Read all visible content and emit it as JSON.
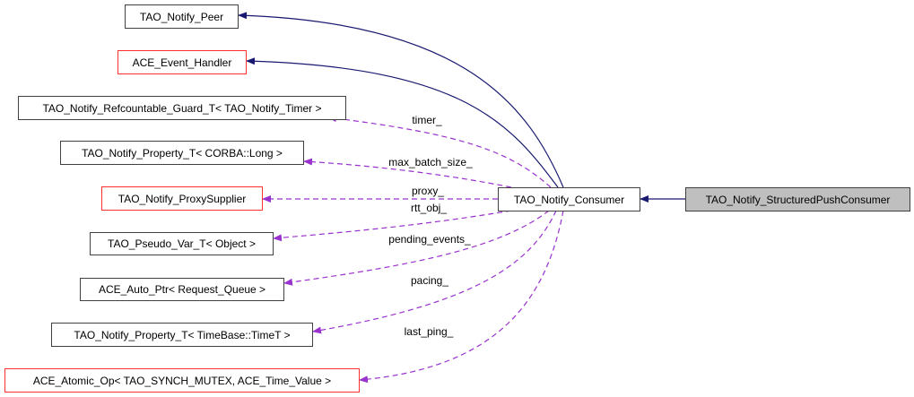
{
  "colors": {
    "inheritance": "#191970",
    "usage": "#9a32cd",
    "undocumented_border": "#ff3030",
    "current_fill": "#bfbfbf"
  },
  "nodes": {
    "peer": "TAO_Notify_Peer",
    "event_handler": "ACE_Event_Handler",
    "refcountable": "TAO_Notify_Refcountable_Guard_T< TAO_Notify_Timer >",
    "property_long": "TAO_Notify_Property_T< CORBA::Long >",
    "proxy_supplier": "TAO_Notify_ProxySupplier",
    "pseudo_var": "TAO_Pseudo_Var_T< Object >",
    "auto_ptr": "ACE_Auto_Ptr< Request_Queue >",
    "property_timet": "TAO_Notify_Property_T< TimeBase::TimeT >",
    "atomic_op": "ACE_Atomic_Op< TAO_SYNCH_MUTEX, ACE_Time_Value >",
    "consumer": "TAO_Notify_Consumer",
    "structured_push_consumer": "TAO_Notify_StructuredPushConsumer"
  },
  "edge_labels": {
    "timer": "timer_",
    "max_batch_size": "max_batch_size_",
    "proxy": "proxy_",
    "rtt_obj": "rtt_obj_",
    "pending_events": "pending_events_",
    "pacing": "pacing_",
    "last_ping": "last_ping_"
  }
}
